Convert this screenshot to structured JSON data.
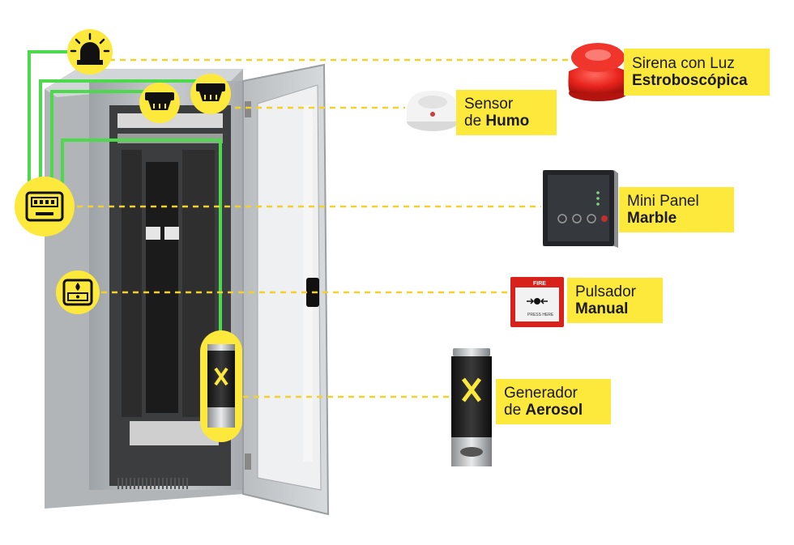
{
  "labels": {
    "siren": {
      "line1": "Sirena con Luz",
      "line2": "Estroboscópica"
    },
    "smoke": {
      "line1_prefix": "Sensor",
      "line2_prefix": "de ",
      "line2_bold": "Humo"
    },
    "panel": {
      "line1": "Mini Panel",
      "line2": "Marble"
    },
    "pulsador": {
      "line1": "Pulsador",
      "line2": "Manual"
    },
    "generador": {
      "line1": "Generador",
      "line2_prefix": "de ",
      "line2_bold": "Aerosol"
    }
  },
  "device_text": {
    "fire_sign": "FIRE",
    "press_here": "PRESS HERE"
  },
  "colors": {
    "yellow": "#fde93b",
    "wire_green": "#4cd94c",
    "dash": "#f2d12a",
    "cabinet": "#bfc3c6",
    "siren_red": "#e8231c"
  },
  "icons": [
    "siren-icon",
    "smoke-detector-icon",
    "control-panel-icon",
    "manual-call-point-icon",
    "aerosol-generator-icon"
  ]
}
